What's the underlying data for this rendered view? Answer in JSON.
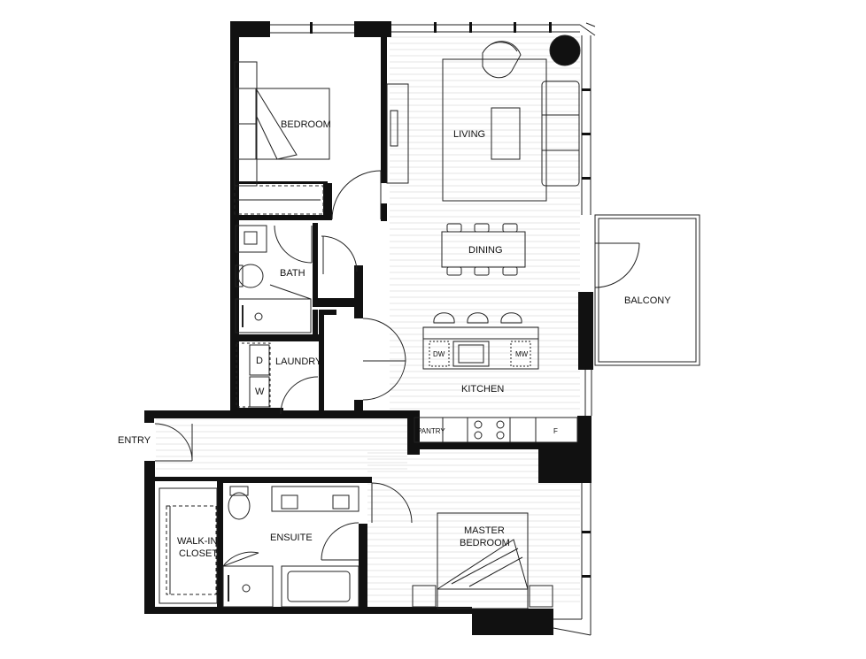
{
  "rooms": {
    "bedroom": "BEDROOM",
    "living": "LIVING",
    "dining": "DINING",
    "bath": "BATH",
    "balcony": "BALCONY",
    "laundry": "LAUNDRY",
    "kitchen": "KITCHEN",
    "entry": "ENTRY",
    "ensuite": "ENSUITE",
    "walk_in_closet_line1": "WALK-IN",
    "walk_in_closet_line2": "CLOSET",
    "master_bedroom_line1": "MASTER",
    "master_bedroom_line2": "BEDROOM"
  },
  "appliances": {
    "dishwasher": "DW",
    "microwave": "MW",
    "pantry": "PANTRY",
    "fridge": "F",
    "dryer": "D",
    "washer": "W"
  },
  "colors": {
    "wall": "#111111",
    "line": "#222222",
    "floor_stripe": "#e4e4e4",
    "background": "#ffffff"
  }
}
